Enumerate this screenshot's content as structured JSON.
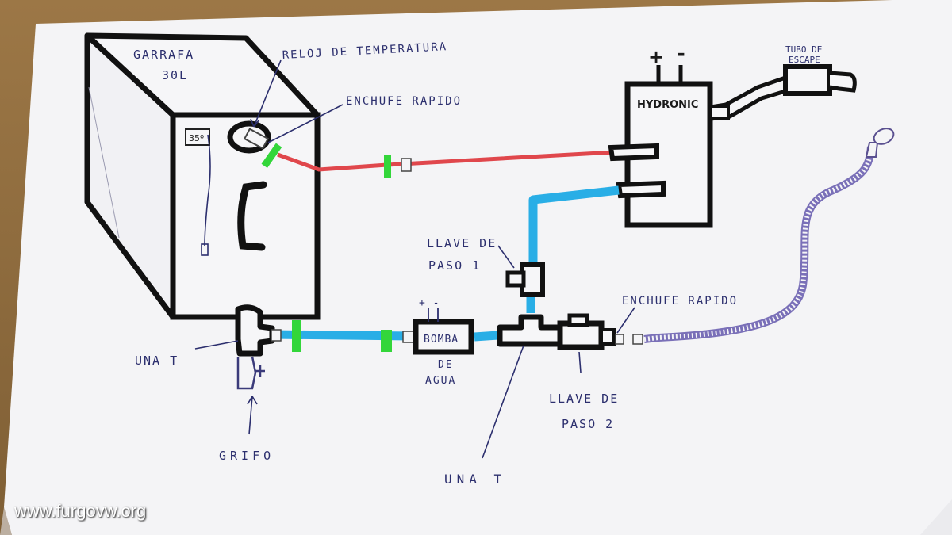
{
  "labels": {
    "tank_line1": "GARRAFA",
    "tank_line2": "30L",
    "thermometer_reading": "35º",
    "temp_gauge": "RELOJ DE TEMPERATURA",
    "quick_connector_top": "ENCHUFE RAPIDO",
    "heater": "HYDRONIC",
    "exhaust_line1": "TUBO DE",
    "exhaust_line2": "ESCAPE",
    "plus": "+",
    "minus": "-",
    "pump_polarity": "+ -",
    "valve1_line1": "LLAVE DE",
    "valve1_line2": "PASO 1",
    "pump_line1": "BOMBA",
    "pump_line2": "DE",
    "pump_line3": "AGUA",
    "quick_connector_bottom": "ENCHUFE RAPIDO",
    "valve2_line1": "LLAVE DE",
    "valve2_line2": "PASO 2",
    "tee_left": "UNA T",
    "tap": "GRIFO",
    "tee_bottom": "UNA T"
  },
  "watermark": "www.furgovw.org",
  "colors": {
    "paper": "#f4f4f6",
    "ink": "#111111",
    "hot_pipe": "#e0474c",
    "cold_pipe": "#29aee6",
    "clamp": "#33d63a",
    "label_ink": "#2c2f6e",
    "shower_hose": "#7a70b8"
  }
}
